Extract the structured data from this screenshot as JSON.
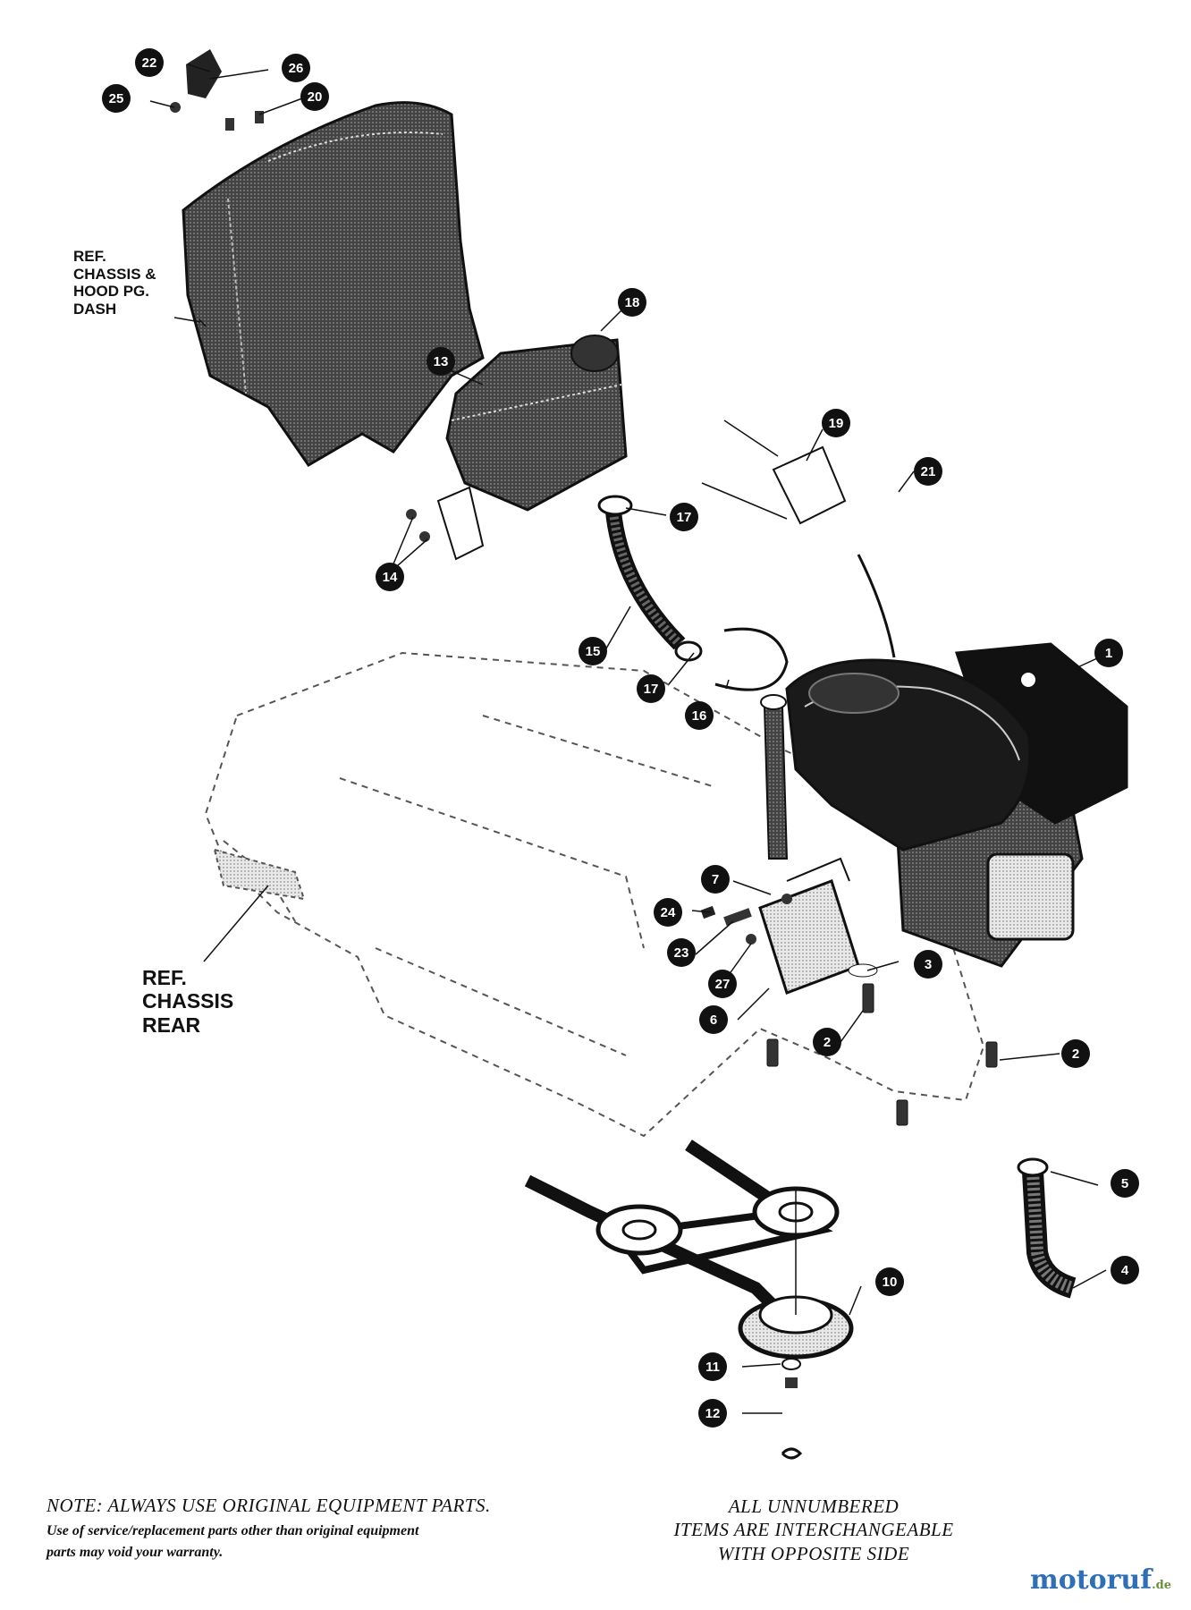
{
  "ref_labels": {
    "dash": [
      "REF.",
      "CHASSIS &",
      "HOOD PG.",
      "DASH"
    ],
    "rear": [
      "REF.",
      "CHASSIS",
      "REAR"
    ]
  },
  "callouts": [
    "1",
    "2",
    "2",
    "3",
    "4",
    "5",
    "6",
    "7",
    "10",
    "11",
    "12",
    "13",
    "14",
    "15",
    "16",
    "17",
    "17",
    "18",
    "19",
    "20",
    "21",
    "22",
    "23",
    "24",
    "25",
    "26",
    "27"
  ],
  "note": {
    "title": "NOTE: ALWAYS USE ORIGINAL EQUIPMENT PARTS.",
    "lines": [
      "Use of service/replacement parts other than original equipment",
      "parts may void your warranty."
    ]
  },
  "interchangeable_note": [
    "ALL UNNUMBERED",
    "ITEMS ARE INTERCHANGEABLE",
    "WITH OPPOSITE SIDE"
  ],
  "watermark": {
    "main": "motoruf",
    "suffix": ".de"
  },
  "colors": {
    "ink": "#111111",
    "callout_fill": "#111111",
    "callout_text": "#ffffff",
    "watermark_blue": "#2e6fb7",
    "watermark_green": "#6a8f3a"
  }
}
